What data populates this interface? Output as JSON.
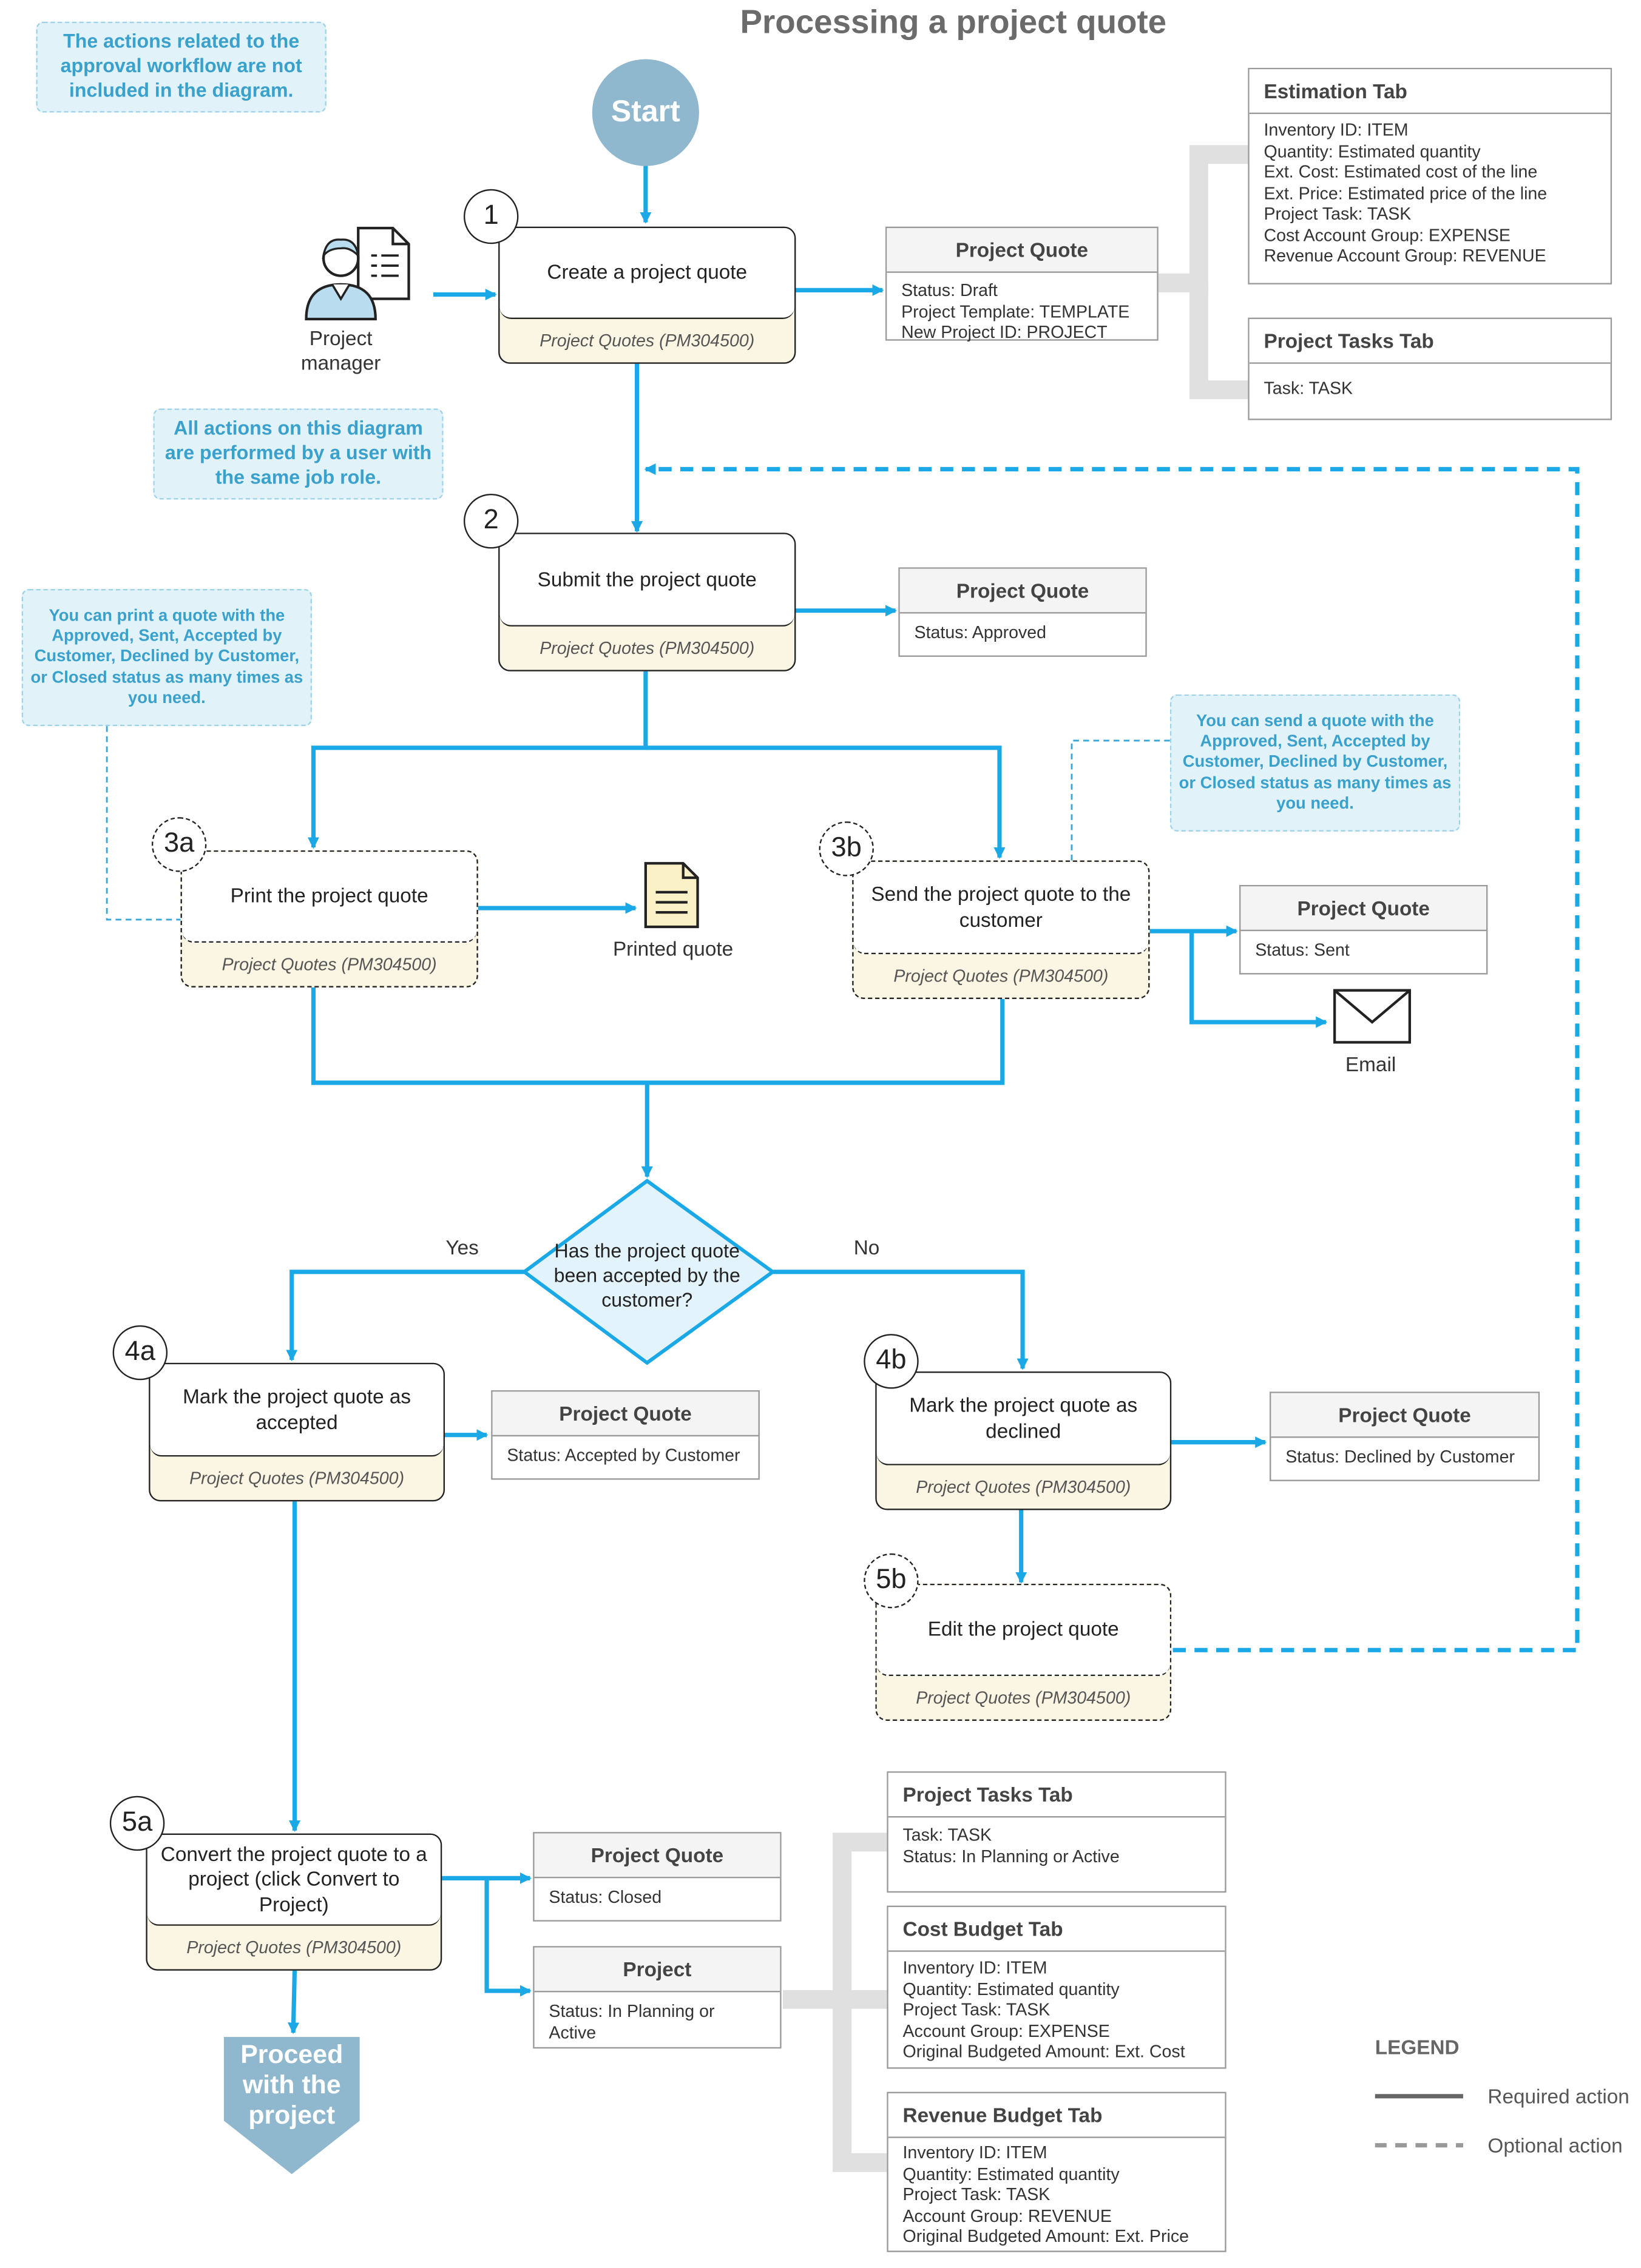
{
  "title": "Processing a project quote",
  "notes": {
    "approval": "The actions related to the approval workflow are not included in the diagram.",
    "same_role": "All actions on this diagram are performed by a user with the same job role.",
    "print": "You can print a quote with the Approved, Sent, Accepted by Customer, Declined by Customer, or Closed status as many times as you need.",
    "send": "You can send a quote with the Approved, Sent, Accepted by Customer, Declined by Customer, or Closed status as many times as you need."
  },
  "start": "Start",
  "actor": "Project manager",
  "screen": "Project Quotes (PM304500)",
  "steps": {
    "s1": {
      "num": "1",
      "label": "Create a project quote"
    },
    "s2": {
      "num": "2",
      "label": "Submit the project quote"
    },
    "s3a": {
      "num": "3a",
      "label": "Print the project quote"
    },
    "s3b": {
      "num": "3b",
      "label": "Send the project quote to the customer"
    },
    "s4a": {
      "num": "4a",
      "label": "Mark the project quote as accepted"
    },
    "s4b": {
      "num": "4b",
      "label": "Mark the project quote as declined"
    },
    "s5a": {
      "num": "5a",
      "label": "Convert the project quote to a project (click Convert to Project)"
    },
    "s5b": {
      "num": "5b",
      "label": "Edit the project quote"
    }
  },
  "decision": {
    "question": "Has the project quote been accepted by the customer?",
    "yes": "Yes",
    "no": "No"
  },
  "outputs": {
    "printed": "Printed quote",
    "email": "Email"
  },
  "cards": {
    "pq_draft": {
      "title": "Project Quote",
      "lines": [
        "Status: Draft",
        "Project Template: TEMPLATE",
        "New Project ID: PROJECT"
      ]
    },
    "estimation": {
      "title": "Estimation Tab",
      "lines": [
        "Inventory ID: ITEM",
        "Quantity: Estimated quantity",
        "Ext. Cost:  Estimated cost of the line",
        "Ext. Price: Estimated price of the line",
        "Project Task: TASK",
        "Cost Account Group: EXPENSE",
        "Revenue Account Group: REVENUE"
      ]
    },
    "tasks1": {
      "title": "Project Tasks Tab",
      "lines": [
        "Task: TASK"
      ]
    },
    "pq_approved": {
      "title": "Project Quote",
      "lines": [
        "Status: Approved"
      ]
    },
    "pq_sent": {
      "title": "Project Quote",
      "lines": [
        "Status: Sent"
      ]
    },
    "pq_accepted": {
      "title": "Project Quote",
      "lines": [
        "Status: Accepted by Customer"
      ]
    },
    "pq_declined": {
      "title": "Project Quote",
      "lines": [
        "Status: Declined by Customer"
      ]
    },
    "pq_closed": {
      "title": "Project Quote",
      "lines": [
        "Status: Closed"
      ]
    },
    "project": {
      "title": "Project",
      "lines": [
        "Status: In Planning or Active"
      ]
    },
    "tasks2": {
      "title": "Project Tasks Tab",
      "lines": [
        "Task: TASK",
        "Status: In Planning or Active"
      ]
    },
    "cost_budget": {
      "title": "Cost Budget Tab",
      "lines": [
        "Inventory ID: ITEM",
        "Quantity: Estimated quantity",
        "Project Task: TASK",
        "Account Group: EXPENSE",
        "Original Budgeted Amount: Ext. Cost"
      ]
    },
    "revenue_budget": {
      "title": "Revenue Budget Tab",
      "lines": [
        "Inventory ID: ITEM",
        "Quantity: Estimated quantity",
        "Project Task: TASK",
        "Account Group: REVENUE",
        "Original Budgeted Amount: Ext. Price"
      ]
    }
  },
  "proceed": "Proceed with the project",
  "legend": {
    "title": "LEGEND",
    "required": "Required action",
    "optional": "Optional action"
  },
  "colors": {
    "flow": "#1aa8e6",
    "connector": "#e0e0e0",
    "step_footer": "#fbf6e3",
    "note_bg": "#e1f2f9",
    "start": "#8fb7cd",
    "proceed": "#8fb7cd"
  }
}
